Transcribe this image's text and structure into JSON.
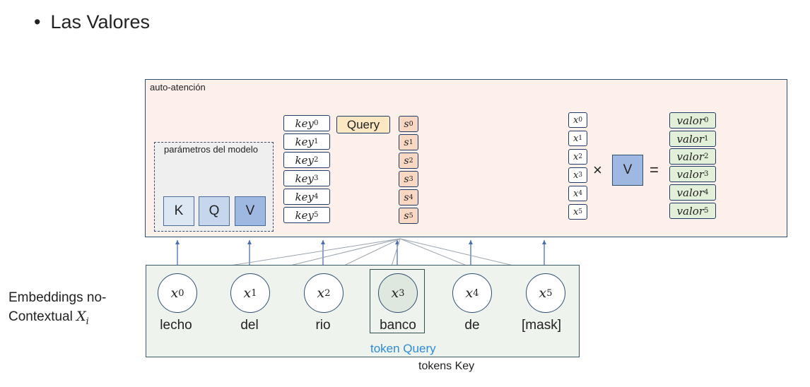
{
  "title": "Las Valores",
  "panel": {
    "title": "auto-atención"
  },
  "params": {
    "title": "parámetros del modelo",
    "matrices": [
      "K",
      "Q",
      "V"
    ]
  },
  "keys": [
    {
      "base": "key",
      "sub": "0"
    },
    {
      "base": "key",
      "sub": "1"
    },
    {
      "base": "key",
      "sub": "2"
    },
    {
      "base": "key",
      "sub": "3"
    },
    {
      "base": "key",
      "sub": "4"
    },
    {
      "base": "key",
      "sub": "5"
    }
  ],
  "query_label": "Query",
  "scores": [
    {
      "base": "s",
      "sub": "0"
    },
    {
      "base": "s",
      "sub": "1"
    },
    {
      "base": "s",
      "sub": "2"
    },
    {
      "base": "s",
      "sub": "3"
    },
    {
      "base": "s",
      "sub": "4"
    },
    {
      "base": "s",
      "sub": "5"
    }
  ],
  "x_vectors": [
    {
      "base": "x",
      "sub": "0"
    },
    {
      "base": "x",
      "sub": "1"
    },
    {
      "base": "x",
      "sub": "2"
    },
    {
      "base": "x",
      "sub": "3"
    },
    {
      "base": "x",
      "sub": "4"
    },
    {
      "base": "x",
      "sub": "5"
    }
  ],
  "ops": {
    "times": "×",
    "equals": "="
  },
  "v_label": "V",
  "values": [
    {
      "base": "valor",
      "sub": "0"
    },
    {
      "base": "valor",
      "sub": "1"
    },
    {
      "base": "valor",
      "sub": "2"
    },
    {
      "base": "valor",
      "sub": "3"
    },
    {
      "base": "valor",
      "sub": "4"
    },
    {
      "base": "valor",
      "sub": "5"
    }
  ],
  "tokens": [
    {
      "base": "x",
      "sub": "0",
      "word": "lecho"
    },
    {
      "base": "x",
      "sub": "1",
      "word": "del"
    },
    {
      "base": "x",
      "sub": "2",
      "word": "rio"
    },
    {
      "base": "x",
      "sub": "3",
      "word": "banco"
    },
    {
      "base": "x",
      "sub": "4",
      "word": "de"
    },
    {
      "base": "x",
      "sub": "5",
      "word": "[mask]"
    }
  ],
  "token_query_label": "token Query",
  "tokens_key_label": "tokens Key",
  "side_label": {
    "line1": "Embeddings no-",
    "line2": "Contextual",
    "symbol": "X",
    "symbol_sub": "i"
  },
  "colors": {
    "panel_bg": "#fdf0ea",
    "query_bg": "#fbe8c3",
    "score_bg": "#f8d7c3",
    "value_bg": "#e2efd9",
    "v_matrix": "#9eb8e1",
    "token_query": "#2e8bd6"
  }
}
